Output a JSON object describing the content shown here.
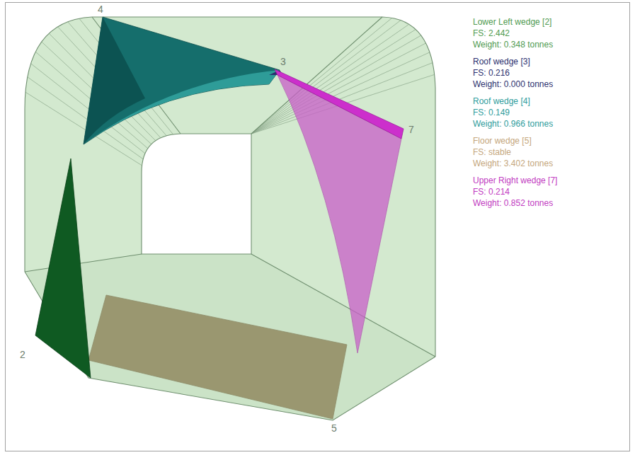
{
  "diagram": {
    "labels": [
      "4",
      "3",
      "7",
      "2",
      "5",
      "Lower Left wedge [2]",
      "FS: 2.442",
      "Weight: 0.348 tonnes",
      "Roof wedge [3]",
      "FS: 0.216",
      "Weight: 0.000 tonnes",
      "Roof wedge [4]",
      "FS: 0.149",
      "Weight: 0.966 tonnes",
      "Floor wedge [5]",
      "FS: stable",
      "Weight: 3.402 tonnes",
      "Upper Right wedge [7]",
      "FS: 0.214",
      "Weight: 0.852 tonnes"
    ]
  }
}
